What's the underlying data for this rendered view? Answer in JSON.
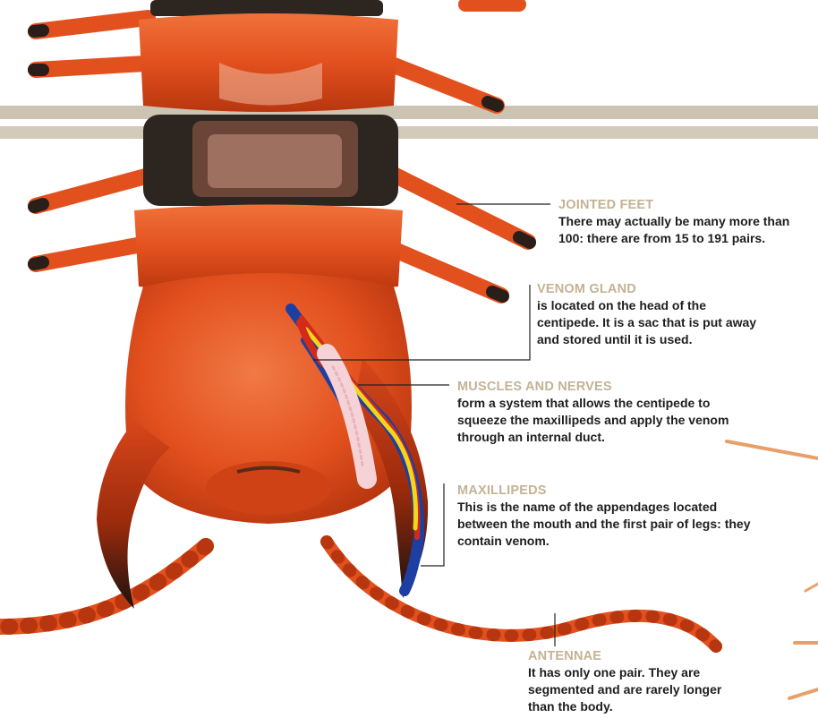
{
  "colors": {
    "body": "#e2501e",
    "body_dark": "#b8360f",
    "body_light": "#f27a45",
    "plate_dark": "#2d2620",
    "label_title": "#c4b293",
    "label_text": "#1e1e1e",
    "leader_line": "#222222",
    "shelf_bar": "#c9bfae",
    "gland_blue": "#1d3fa3",
    "gland_red": "#d32a1a",
    "gland_yellow": "#f3d51b",
    "muscle_pink": "#f4d2d6"
  },
  "labels": {
    "jointed_feet": {
      "title": "JOINTED FEET",
      "text": "There may actually be many more than 100: there are from 15 to 191 pairs."
    },
    "venom_gland": {
      "title": "VENOM GLAND",
      "text": "is located on the head of the centipede. It is a sac that is put away and stored until it is used."
    },
    "muscles_nerves": {
      "title": "MUSCLES AND NERVES",
      "text": "form a system that allows the centipede to squeeze the maxillipeds and apply the venom through an internal duct."
    },
    "maxillipeds": {
      "title": "MAXILLIPEDS",
      "text": "This is the name of the appendages located between the mouth and the first pair of legs: they contain venom."
    },
    "antennae": {
      "title": "ANTENNAE",
      "text": "It has only one pair. They are segmented and are rarely longer than the body."
    }
  }
}
